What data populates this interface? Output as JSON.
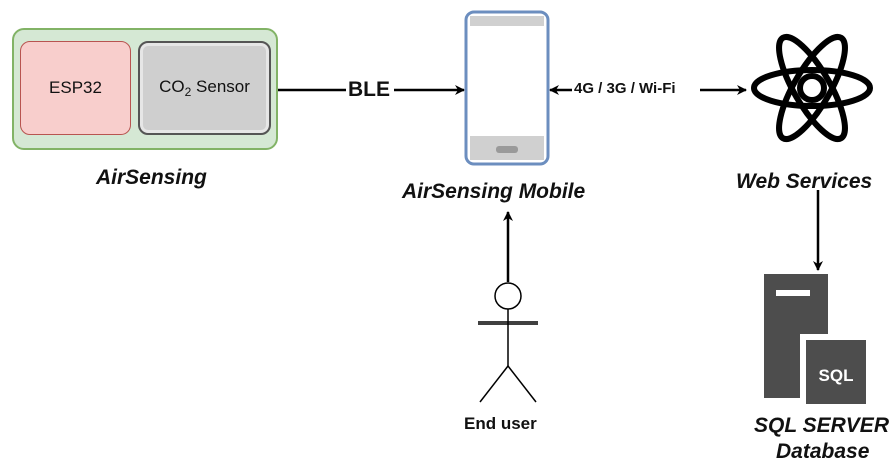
{
  "device": {
    "esp_label": "ESP32",
    "sensor_label_prefix": "CO",
    "sensor_label_sub": "2",
    "sensor_label_suffix": " Sensor",
    "group_label": "AirSensing"
  },
  "links": {
    "ble_label": "BLE",
    "network_label": "4G / 3G / Wi-Fi"
  },
  "mobile": {
    "label": "AirSensing Mobile"
  },
  "web_services": {
    "label": "Web Services"
  },
  "database": {
    "icon_text": "SQL",
    "label_line1": "SQL SERVER",
    "label_line2": "Database"
  },
  "user": {
    "label": "End user"
  },
  "colors": {
    "device_group_fill": "#d5e8d4",
    "device_group_border": "#82b366",
    "esp_fill": "#f8cecc",
    "sensor_fill": "#cfcfcf",
    "phone_border": "#6c8ebf",
    "server_fill": "#4d4d4d"
  }
}
